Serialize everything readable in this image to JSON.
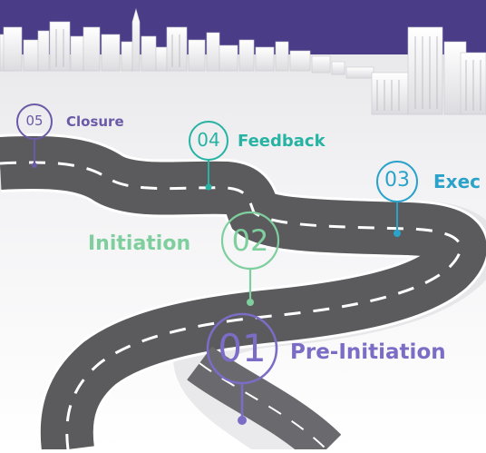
{
  "colors": {
    "sky": "#4b3c88",
    "road": "#5b5b5e",
    "road_edge": "#ffffff",
    "stage_05": "#6b5aa6",
    "stage_04": "#27b3a3",
    "stage_03": "#2aa2c9",
    "stage_02": "#7fcf9e",
    "stage_01": "#7b6cc6"
  },
  "milestones": [
    {
      "number": "05",
      "label": "Closure"
    },
    {
      "number": "04",
      "label": "Feedback"
    },
    {
      "number": "03",
      "label": "Exec"
    },
    {
      "number": "02",
      "label": "Initiation"
    },
    {
      "number": "01",
      "label": "Pre-Initiation"
    }
  ]
}
